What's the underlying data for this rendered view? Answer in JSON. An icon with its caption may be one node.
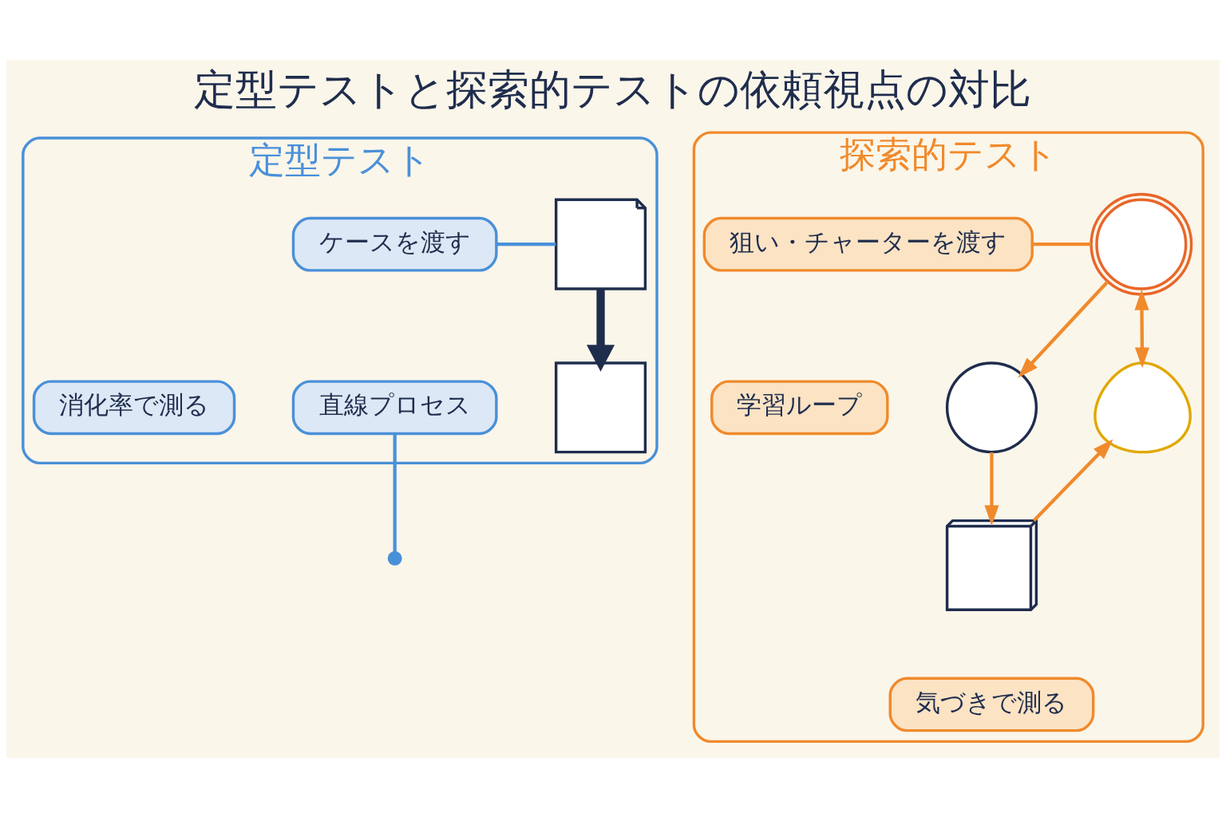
{
  "diagram": {
    "title": "定型テストと探索的テストの依頼視点の対比",
    "nodes": [
      {
        "text": [
          "定型テスト"
        ]
      },
      {
        "text": [],
        "shape": "document",
        "in": 0
      },
      {
        "text": [
          "ケースを渡す"
        ],
        "in": 0
      },
      {
        "text": [],
        "shape": "clipboard",
        "in": 0
      },
      {
        "text": [
          "直線プロセス"
        ],
        "in": 0
      },
      {
        "text": [
          "消化率で測る"
        ],
        "in": 0
      },
      {
        "text": [
          "探索的テスト"
        ]
      },
      {
        "text": [],
        "shape": "target",
        "in": 6
      },
      {
        "text": [
          "狙い・チャーターを渡す"
        ],
        "in": 6
      },
      {
        "text": [],
        "shape": "magnifier",
        "in": 6
      },
      {
        "text": [
          "学習ループ"
        ],
        "in": 6
      },
      {
        "text": [],
        "shape": "lightbulb",
        "in": 6
      },
      {
        "text": [],
        "shape": "notebook",
        "in": 6
      },
      {
        "text": [
          "気づきで測る"
        ],
        "in": 6
      }
    ],
    "edges": [
      {
        "from": 1,
        "to": 3,
        "arrow": "to",
        "style": "thick",
        "color": "#1f2d4d"
      },
      {
        "from": 2,
        "to": 1,
        "arrow": "none",
        "color": "#4a90d9"
      },
      {
        "from": 4,
        "to": null,
        "arrow": "other",
        "color": "#4a90d9"
      },
      {
        "from": 8,
        "to": 7,
        "arrow": "none"
      },
      {
        "from": 7,
        "to": 9,
        "arrow": "to"
      },
      {
        "from": 7,
        "to": 11,
        "arrow": "both"
      },
      {
        "from": 9,
        "to": 12,
        "arrow": "to"
      },
      {
        "from": 12,
        "to": 11,
        "arrow": "to"
      }
    ]
  }
}
